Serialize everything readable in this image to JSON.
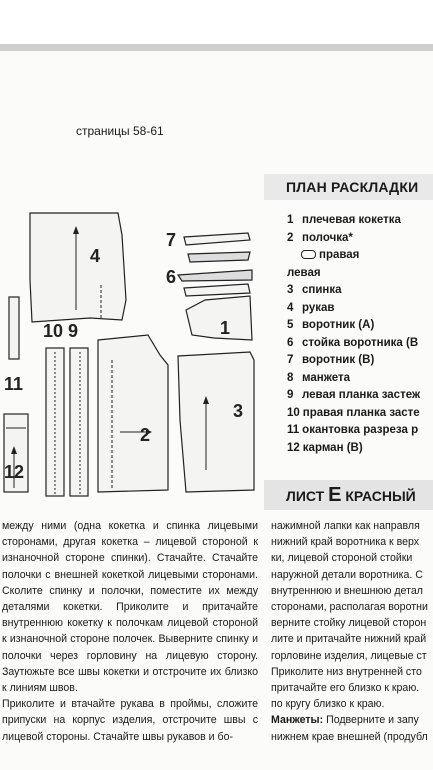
{
  "pages_label": "страницы 58-61",
  "diagram": {
    "piece_numbers": [
      "7",
      "6",
      "4",
      "1",
      "10",
      "9",
      "11",
      "2",
      "3",
      "12"
    ]
  },
  "plan": {
    "title": "ПЛАН РАСКЛАДКИ",
    "items": [
      {
        "num": "1",
        "text": "плечевая кокетка"
      },
      {
        "num": "2",
        "text": "полочка*"
      },
      {
        "num": "",
        "text": "правая",
        "sub": true,
        "icon": "needle-icon"
      },
      {
        "num": "",
        "text": "левая",
        "sub": true
      },
      {
        "num": "3",
        "text": "спинка"
      },
      {
        "num": "4",
        "text": "рукав"
      },
      {
        "num": "5",
        "text": "воротник (А)"
      },
      {
        "num": "6",
        "text": "стойка воротника (В"
      },
      {
        "num": "7",
        "text": "воротник (В)"
      },
      {
        "num": "8",
        "text": "манжета"
      },
      {
        "num": "9",
        "text": "левая планка застеж"
      },
      {
        "num": "10",
        "text": "правая планка засте"
      },
      {
        "num": "11",
        "text": "окантовка разреза р"
      },
      {
        "num": "12",
        "text": "карман (В)"
      }
    ]
  },
  "sheet": {
    "prefix": "ЛИСТ ",
    "letter": "Е",
    "suffix": " КРАСНЫЙ"
  },
  "text_left": [
    "между ними (одна кокетка и спинка лицевыми сторонами, другая кокетка – лицевой стороной к изнаночной стороне спинки). Стачайте. Стачайте полочки с внешней кокеткой лицевыми сторонами. Сколите спинку и полочки, поместите их между деталями кокетки. Приколите и притачайте внутреннюю кокетку к полочкам лицевой стороной к изнаночной стороне полочек. Выверните спинку и полочки через горловину на лицевую сторону. Заутюжьте все швы кокетки и отстрочите их близко к линиям швов.",
    "Приколите и втачайте рукава в проймы, сложите припуски на корпус изделия, отстрочите швы с лицевой стороны. Стачайте швы рукавов и бо-"
  ],
  "text_right": [
    {
      "text": "нажимной лапки как направля"
    },
    {
      "text": "нижний край воротника к верх"
    },
    {
      "text": "ки, лицевой стороной стойки"
    },
    {
      "text": "наружной детали воротника. С"
    },
    {
      "text": "внутреннюю и внешнюю детал"
    },
    {
      "text": "сторонами, располагая воротни"
    },
    {
      "text": "верните стойку лицевой сторон"
    },
    {
      "text": "лите и притачайте нижний край"
    },
    {
      "text": "горловине изделия, лицевые ст"
    },
    {
      "text": "Приколите низ внутренней сто"
    },
    {
      "text": "притачайте его близко к краю."
    },
    {
      "text": "по кругу близко к краю."
    },
    {
      "label": "Манжеты:",
      "text": " Подверните и запу"
    },
    {
      "text": "нижнем крае внешней (продубл"
    }
  ]
}
